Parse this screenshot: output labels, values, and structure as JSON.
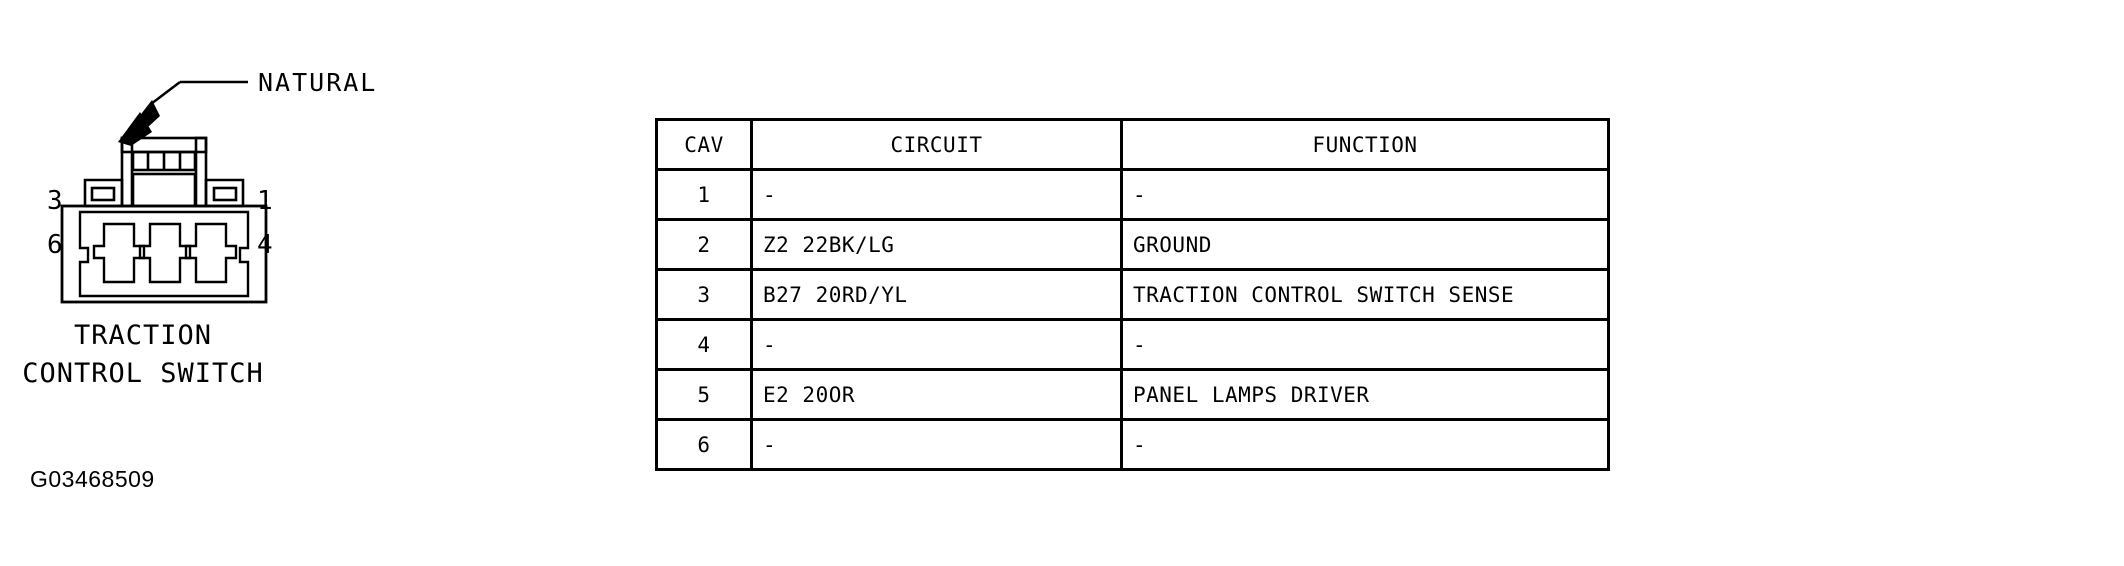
{
  "figure": {
    "callout": "NATURAL",
    "pin_numbers": {
      "top_left": "3",
      "bottom_left": "6",
      "top_right": "1",
      "bottom_right": "4"
    },
    "caption_line_1": "TRACTION",
    "caption_line_2": "CONTROL SWITCH",
    "reference_code": "G03468509",
    "cavity_count": 6,
    "line_color": "#000000"
  },
  "table": {
    "columns": [
      "CAV",
      "CIRCUIT",
      "FUNCTION"
    ],
    "rows": [
      {
        "cav": "1",
        "circuit": "-",
        "function": "-"
      },
      {
        "cav": "2",
        "circuit": "Z2 22BK/LG",
        "function": "GROUND"
      },
      {
        "cav": "3",
        "circuit": "B27 20RD/YL",
        "function": "TRACTION CONTROL SWITCH SENSE"
      },
      {
        "cav": "4",
        "circuit": "-",
        "function": "-"
      },
      {
        "cav": "5",
        "circuit": "E2 20OR",
        "function": "PANEL LAMPS DRIVER"
      },
      {
        "cav": "6",
        "circuit": "-",
        "function": "-"
      }
    ]
  }
}
